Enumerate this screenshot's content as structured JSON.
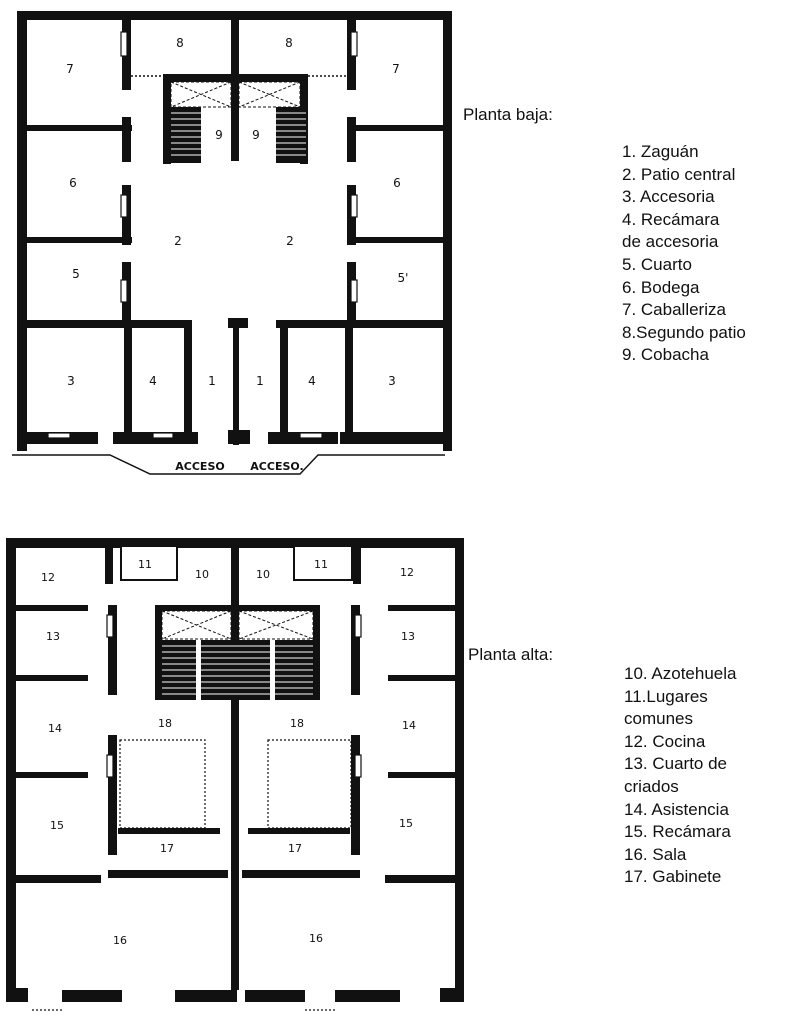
{
  "ground": {
    "title": "Planta baja:",
    "legend": [
      "1. Zaguán",
      "2. Patio central",
      "3. Accesoria",
      "4. Recámara",
      "de accesoria",
      "5. Cuarto",
      "6. Bodega",
      "7. Caballeriza",
      "8.Segundo patio",
      "9. Cobacha"
    ],
    "rooms": {
      "r8a": "8",
      "r8b": "8",
      "r7a": "7",
      "r7b": "7",
      "r9a": "9",
      "r9b": "9",
      "r6a": "6",
      "r6b": "6",
      "r2a": "2",
      "r2b": "2",
      "r5a": "5",
      "r5b": "5'",
      "r3a": "3",
      "r3b": "3",
      "r4a": "4",
      "r4b": "4",
      "r1a": "1",
      "r1b": "1"
    },
    "access": [
      "ACCESO",
      "ACCESO."
    ]
  },
  "upper": {
    "title": "Planta alta:",
    "legend": [
      "10. Azotehuela",
      "11.Lugares",
      "comunes",
      "12. Cocina",
      "13. Cuarto de",
      "criados",
      "14. Asistencia",
      "15. Recámara",
      "16. Sala",
      "17. Gabinete"
    ],
    "rooms": {
      "r12a": "12",
      "r12b": "12",
      "r11a": "11",
      "r11b": "11",
      "r10a": "10",
      "r10b": "10",
      "r13a": "13",
      "r13b": "13",
      "r14a": "14",
      "r14b": "14",
      "r18a": "18",
      "r18b": "18",
      "r15a": "15",
      "r15b": "15",
      "r17a": "17",
      "r17b": "17",
      "r16a": "16",
      "r16b": "16"
    }
  },
  "colors": {
    "ink": "#111111",
    "paper": "#ffffff"
  }
}
